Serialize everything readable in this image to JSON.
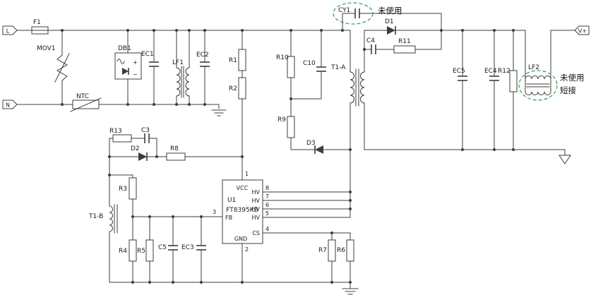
{
  "terminals": {
    "l": "L",
    "n": "N",
    "vplus": "V+"
  },
  "components": {
    "f1": "F1",
    "mov1": "MOV1",
    "ntc": "NTC",
    "db1": "DB1",
    "ec1": "EC1",
    "lf1": "LF1",
    "ec2": "EC2",
    "r1": "R1",
    "r2": "R2",
    "r10": "R10",
    "c10": "C10",
    "r9": "R9",
    "d3": "D3",
    "t1a": "T1-A",
    "t1b": "T1-B",
    "cy1": "CY1",
    "d1": "D1",
    "c4": "C4",
    "r11": "R11",
    "ec5": "EC5",
    "ec4": "EC4",
    "r12": "R12",
    "lf2": "LF2",
    "r13": "R13",
    "c3": "C3",
    "d2": "D2",
    "r8": "R8",
    "r3": "R3",
    "r4": "R4",
    "r5": "R5",
    "c5": "C5",
    "ec3": "EC3",
    "r7": "R7",
    "r6": "R6"
  },
  "ic": {
    "refdes": "U1",
    "part": "FT8395KB",
    "pin_vcc": "VCC",
    "pin_fb": "FB",
    "pin_gnd": "GND",
    "pin_cs": "CS",
    "pin_hv": "HV",
    "num1": "1",
    "num2": "2",
    "num3": "3",
    "num4": "4",
    "num5": "5",
    "num6": "6",
    "num7": "7",
    "num8": "8"
  },
  "bridge_marks": {
    "plus": "+",
    "minus": "−"
  },
  "annotations": {
    "cy1_unused": "未使用",
    "lf2_unused": "未使用",
    "lf2_short": "短接"
  },
  "colors": {
    "wire": "#3c3c3c",
    "text": "#1a1a1a",
    "highlight_green": "#2f9e44",
    "background": "#ffffff"
  }
}
